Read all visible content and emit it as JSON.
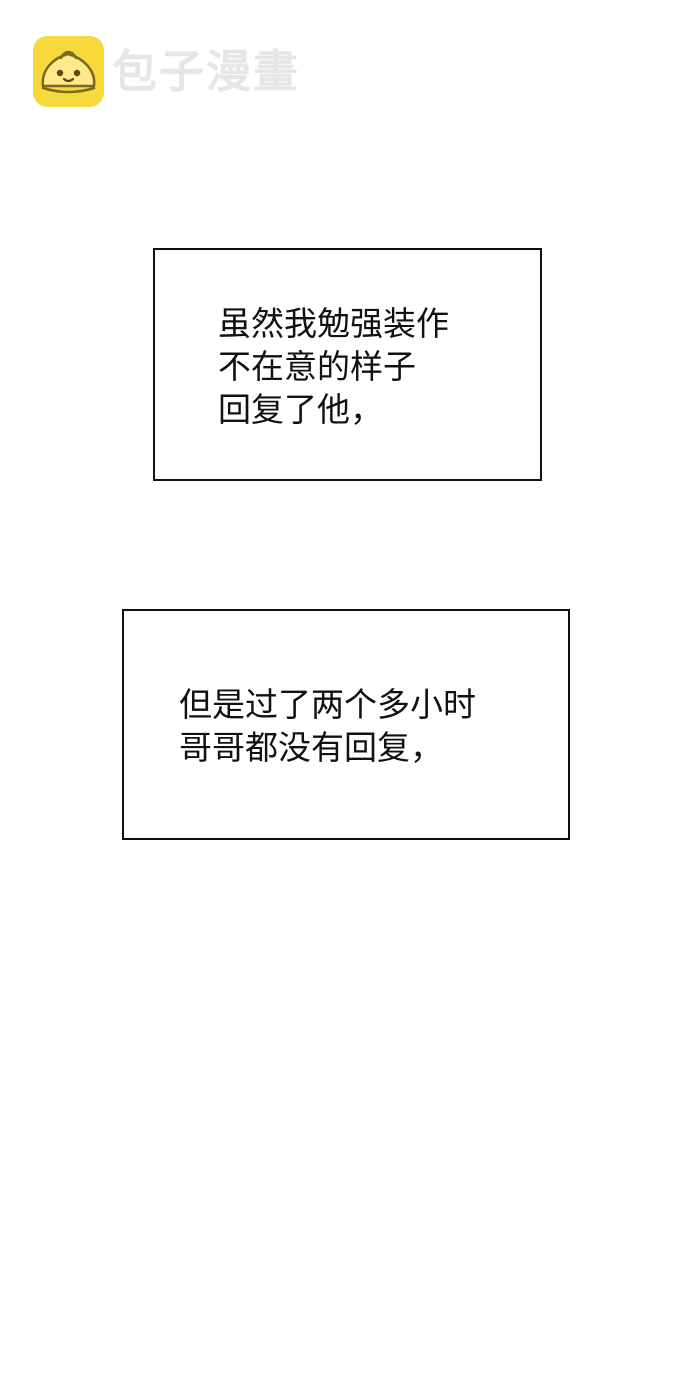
{
  "watermark": {
    "icon": "bun-mascot-icon",
    "text": "包子漫畫",
    "icon_color": "#f7d93c",
    "text_color": "#e6e6e6"
  },
  "captions": [
    {
      "lines": [
        "虽然我勉强装作",
        "不在意的样子",
        "回复了他，"
      ]
    },
    {
      "lines": [
        "但是过了两个多小时",
        "哥哥都没有回复，"
      ]
    }
  ]
}
